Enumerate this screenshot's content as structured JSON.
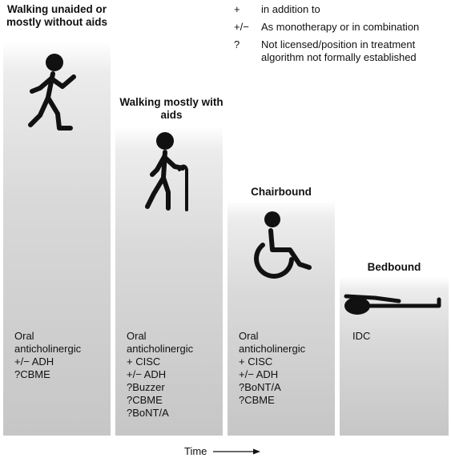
{
  "legend": [
    {
      "symbol": "+",
      "text": "in addition to"
    },
    {
      "symbol": "+/−",
      "text": "As monotherapy or in combination"
    },
    {
      "symbol": "?",
      "text": "Not licensed/position in treatment algorithm not formally established"
    }
  ],
  "stages": [
    {
      "title": "Walking unaided or mostly without aids",
      "treatments": [
        "Oral",
        "anticholinergic",
        "+/− ADH",
        "?CBME"
      ]
    },
    {
      "title": "Walking mostly with aids",
      "treatments": [
        "Oral",
        "anticholinergic",
        "+ CISC",
        "+/− ADH",
        "?Buzzer",
        "?CBME",
        "?BoNT/A"
      ]
    },
    {
      "title": "Chairbound",
      "treatments": [
        "Oral",
        "anticholinergic",
        "+ CISC",
        "+/− ADH",
        "?BoNT/A",
        "?CBME"
      ]
    },
    {
      "title": "Bedbound",
      "treatments": [
        "IDC"
      ]
    }
  ],
  "axis": {
    "label": "Time"
  }
}
